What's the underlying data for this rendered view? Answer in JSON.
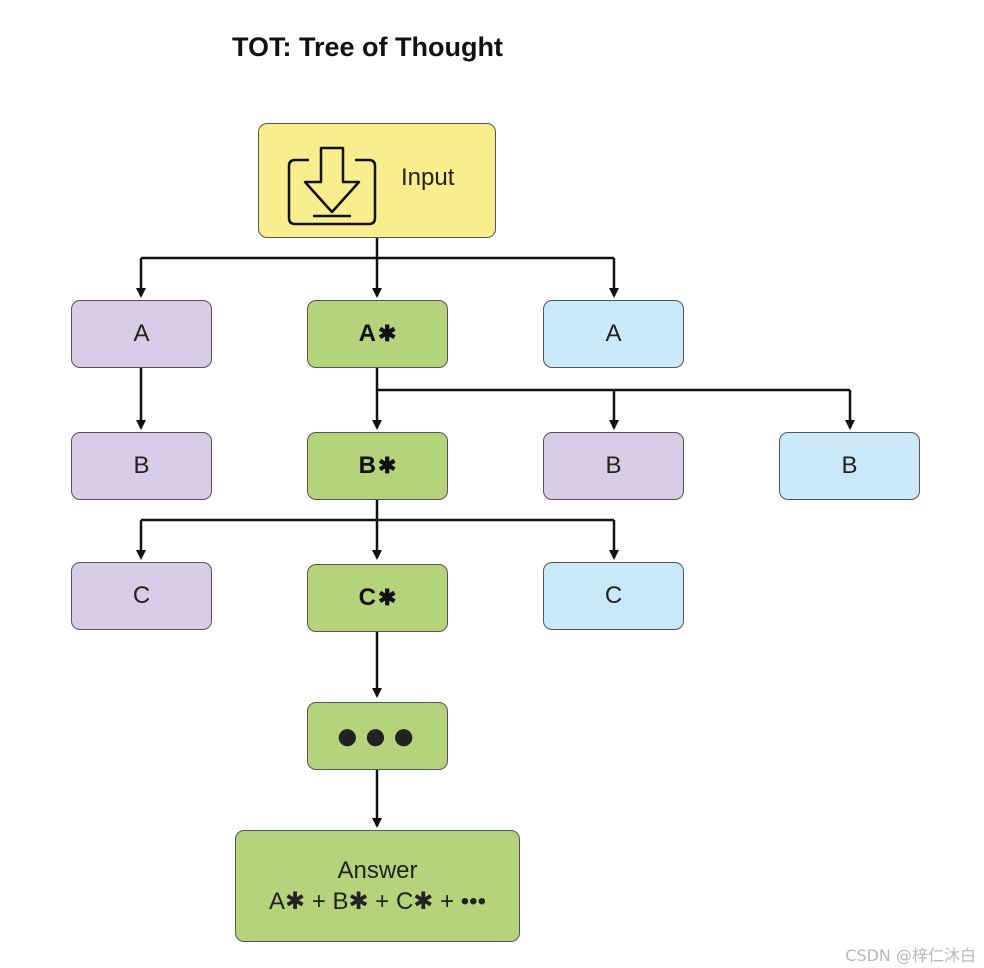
{
  "title": "TOT: Tree of Thought",
  "input_node": {
    "label": "Input",
    "icon": "download-tray-icon"
  },
  "level1": {
    "left": "A",
    "center": "A",
    "center_mark": "✱",
    "right": "A"
  },
  "level2": {
    "left": "B",
    "center": "B",
    "center_mark": "✱",
    "right1": "B",
    "right2": "B"
  },
  "level3": {
    "left": "C",
    "center": "C",
    "center_mark": "✱",
    "right": "C"
  },
  "continuation": "●●●",
  "answer": {
    "title": "Answer",
    "formula": "A✱ + B✱ + C✱ + •••"
  },
  "colors": {
    "yellow": "#f8ee8e",
    "green": "#b4d37a",
    "purple": "#d7cde6",
    "blue": "#c9e8f8"
  },
  "watermark": "CSDN @梓仁沐白"
}
